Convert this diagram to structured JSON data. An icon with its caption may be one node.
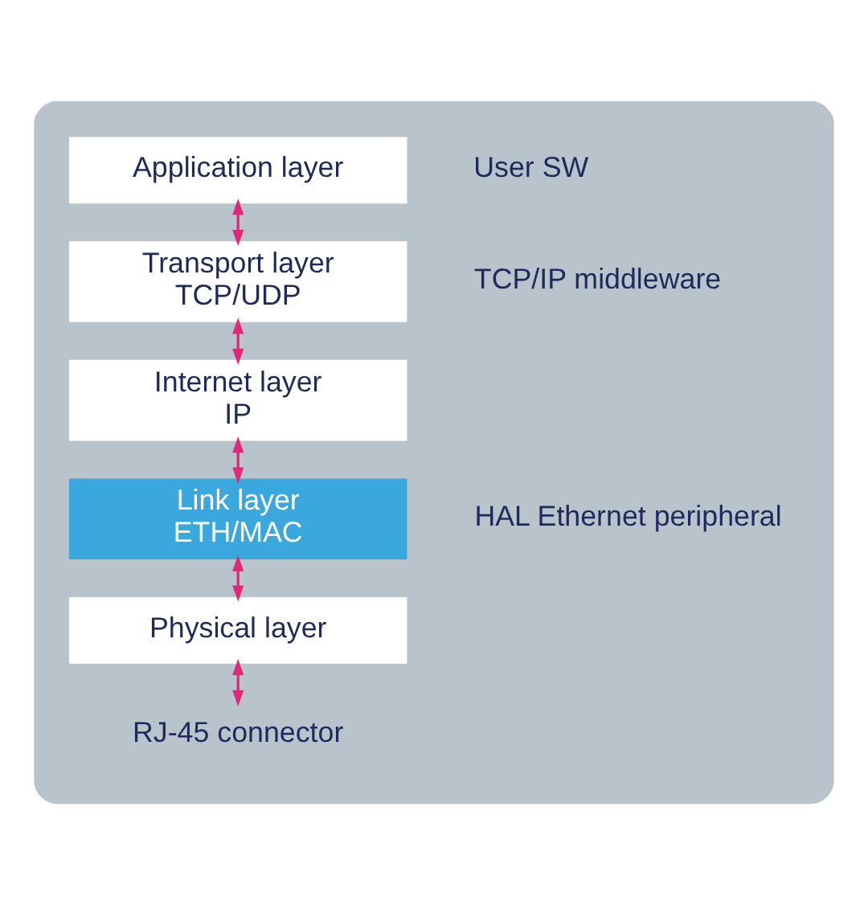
{
  "diagram": {
    "nodes": [
      {
        "text": [],
        "shape": "box"
      },
      {
        "text": [
          "Application layer"
        ],
        "in": 0
      },
      {
        "text": [
          "Transport layer",
          "TCP/UDP"
        ],
        "in": 0
      },
      {
        "text": [
          "Internet layer",
          "IP"
        ],
        "in": 0
      },
      {
        "text": [
          "Link layer",
          "ETH/MAC"
        ],
        "in": 0
      },
      {
        "text": [
          "Physical layer"
        ],
        "in": 0
      },
      {
        "text": [
          "RJ-45 connector"
        ],
        "in": 0
      }
    ],
    "edges": [
      {
        "from": 1,
        "to": 2,
        "arrow": "both"
      },
      {
        "from": 2,
        "to": 3,
        "arrow": "both"
      },
      {
        "from": 3,
        "to": 4,
        "arrow": "both"
      },
      {
        "from": 4,
        "to": 5,
        "arrow": "both"
      },
      {
        "from": 5,
        "to": 6,
        "arrow": "both"
      }
    ],
    "labels": [
      "User SW",
      "TCP/IP middleware",
      "HAL Ethernet peripheral"
    ]
  }
}
